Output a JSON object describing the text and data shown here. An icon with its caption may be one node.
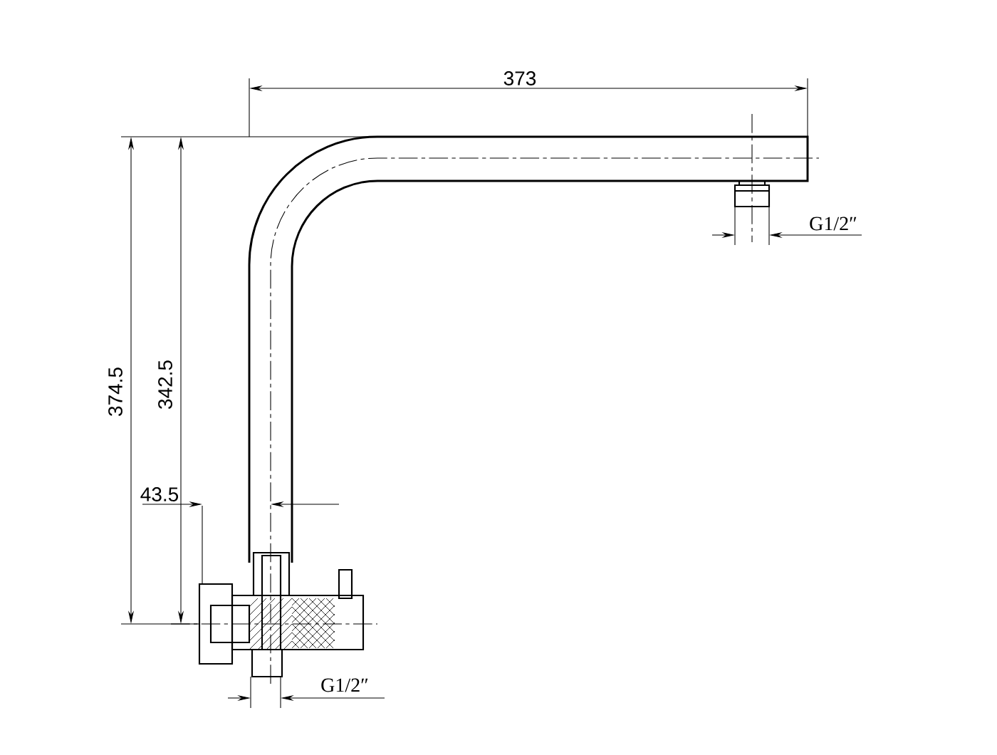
{
  "diagram": {
    "labels": [
      "373",
      "G1/2″",
      "374.5",
      "342.5",
      "43.5",
      "G1/2″"
    ]
  }
}
